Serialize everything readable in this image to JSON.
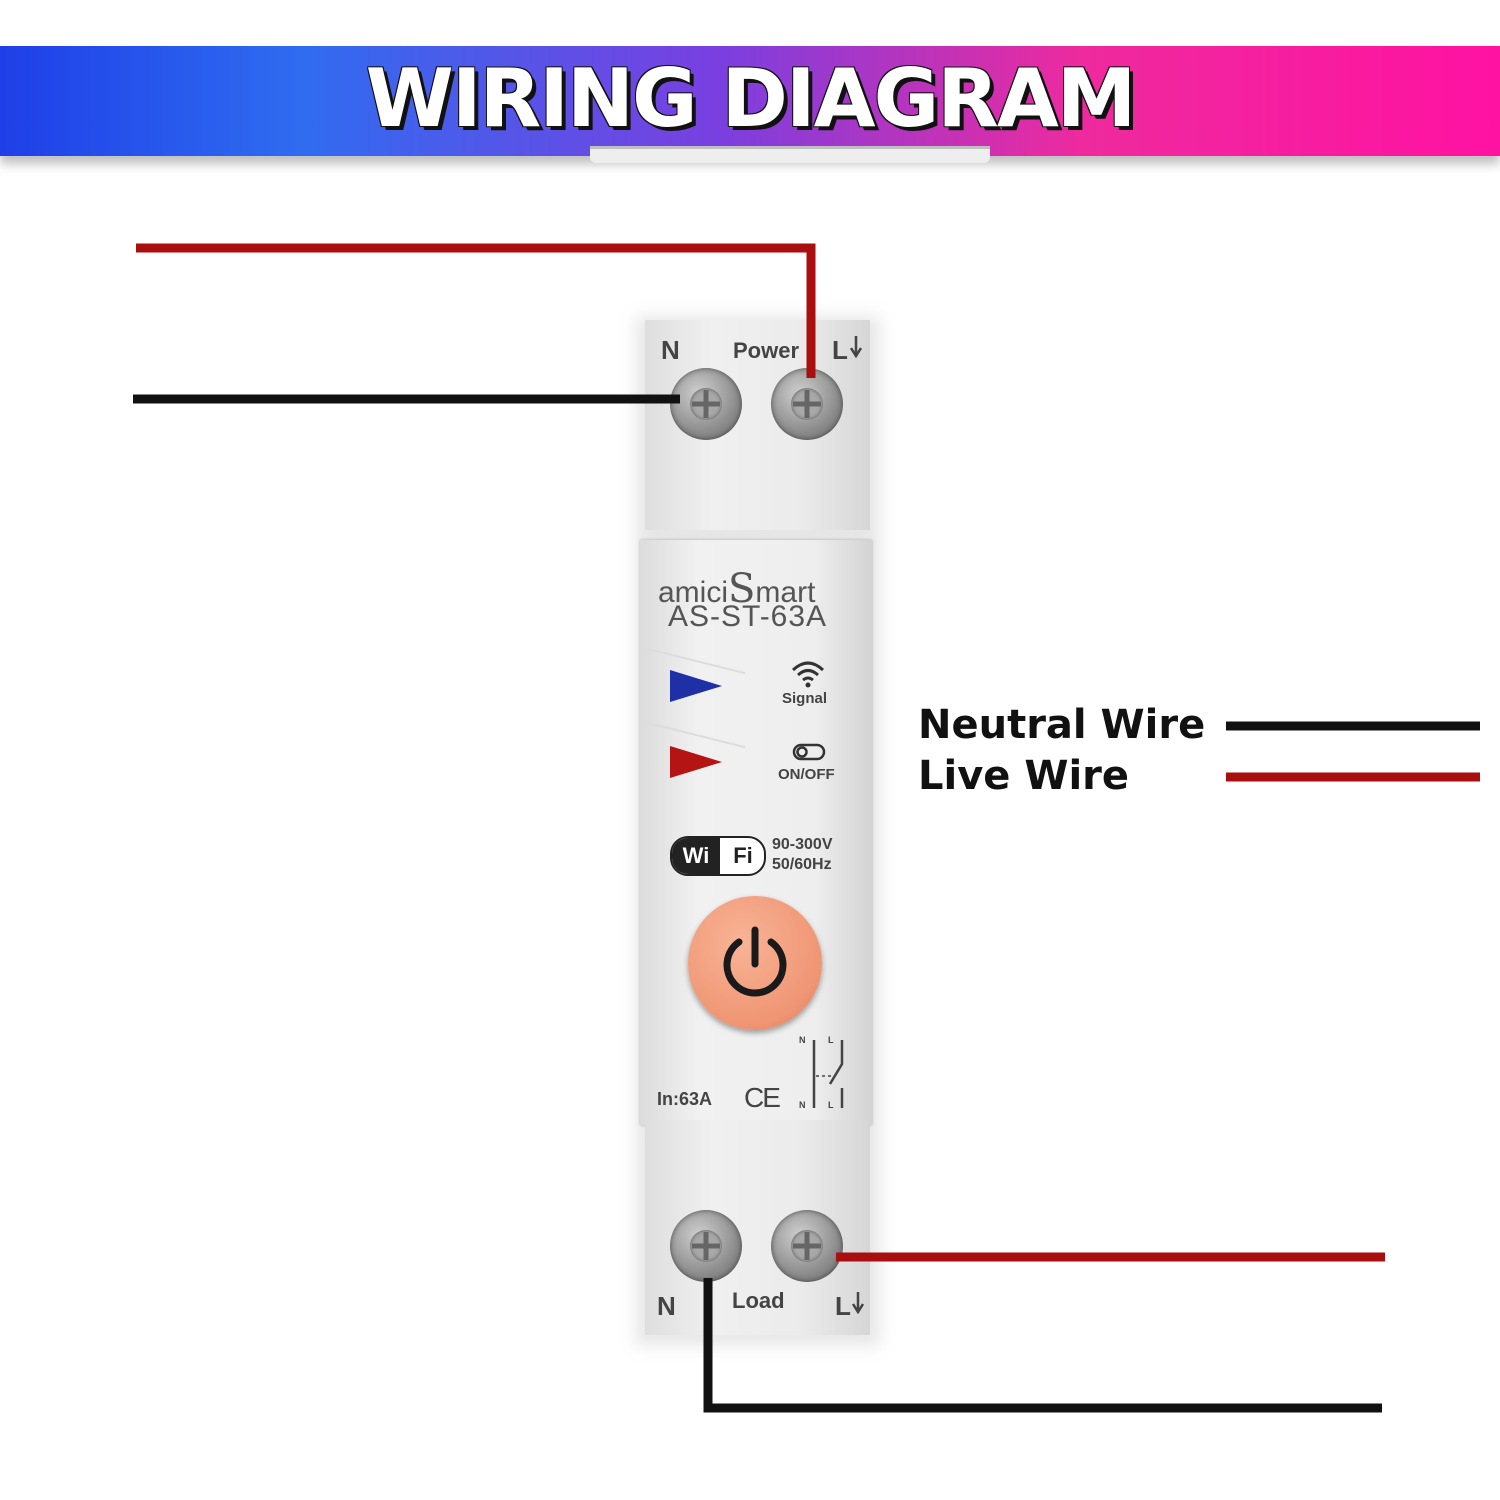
{
  "banner": {
    "title": "WIRING DIAGRAM"
  },
  "device": {
    "brand_prefix": "amici",
    "brand_s": "S",
    "brand_suffix": "mart",
    "model": "AS-ST-63A",
    "top_labels": {
      "n": "N",
      "power": "Power",
      "l": "L"
    },
    "bottom_labels": {
      "n": "N",
      "load": "Load",
      "l": "L"
    },
    "indicators": {
      "signal": "Signal",
      "onoff": "ON/OFF"
    },
    "wifi": {
      "left": "Wi",
      "right": "Fi"
    },
    "specs": {
      "voltage": "90-300V",
      "frequency": "50/60Hz"
    },
    "rating": "In:63A",
    "ce_mark": "CE",
    "schematic": {
      "n_top": "N",
      "l_top": "L",
      "n_bottom": "N",
      "l_bottom": "L"
    }
  },
  "legend": {
    "neutral": {
      "label": "Neutral Wire",
      "color": "#111111"
    },
    "live": {
      "label": "Live Wire",
      "color": "#aa0f0f"
    }
  },
  "colors": {
    "banner_start": "#1f3fe8",
    "banner_end": "#ff12a2",
    "neutral_wire": "#111111",
    "live_wire": "#aa0f0f",
    "power_button": "#f4a07f",
    "signal_led": "#1f2fa6",
    "onoff_led": "#b51414"
  }
}
